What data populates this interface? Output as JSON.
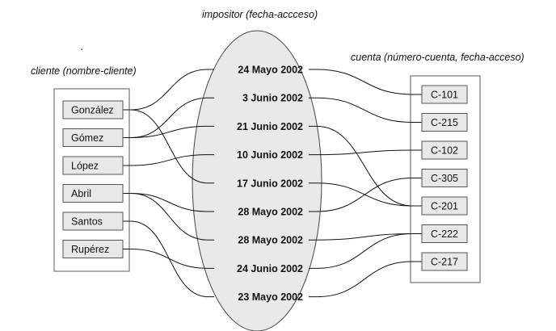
{
  "titles": {
    "cliente": "cliente (nombre-cliente)",
    "impositor": "impositor (fecha-accceso)",
    "cuenta": "cuenta (número-cuenta, fecha-acceso)",
    "dot": "."
  },
  "clientes": [
    "González",
    "Gómez",
    "López",
    "Abril",
    "Santos",
    "Rupérez"
  ],
  "impositor_dates": [
    "24 Mayo 2002",
    "3 Junio 2002",
    "21 Junio 2002",
    "10 Junio 2002",
    "17 Junio 2002",
    "28 Mayo 2002",
    "28 Mayo 2002",
    "24 Junio 2002",
    "23 Mayo 2002"
  ],
  "cuentas": [
    "C-101",
    "C-215",
    "C-102",
    "C-305",
    "C-201",
    "C-222",
    "C-217"
  ],
  "left_links": [
    {
      "cliente": 0,
      "date": 0
    },
    {
      "cliente": 0,
      "date": 4
    },
    {
      "cliente": 1,
      "date": 1
    },
    {
      "cliente": 1,
      "date": 2
    },
    {
      "cliente": 2,
      "date": 3
    },
    {
      "cliente": 3,
      "date": 5
    },
    {
      "cliente": 3,
      "date": 6
    },
    {
      "cliente": 4,
      "date": 8
    },
    {
      "cliente": 5,
      "date": 7
    }
  ],
  "right_links": [
    {
      "date": 0,
      "cuenta": 0
    },
    {
      "date": 1,
      "cuenta": 1
    },
    {
      "date": 2,
      "cuenta": 4
    },
    {
      "date": 3,
      "cuenta": 2
    },
    {
      "date": 4,
      "cuenta": 4
    },
    {
      "date": 5,
      "cuenta": 3
    },
    {
      "date": 6,
      "cuenta": 5
    },
    {
      "date": 7,
      "cuenta": 5
    },
    {
      "date": 8,
      "cuenta": 6
    }
  ]
}
